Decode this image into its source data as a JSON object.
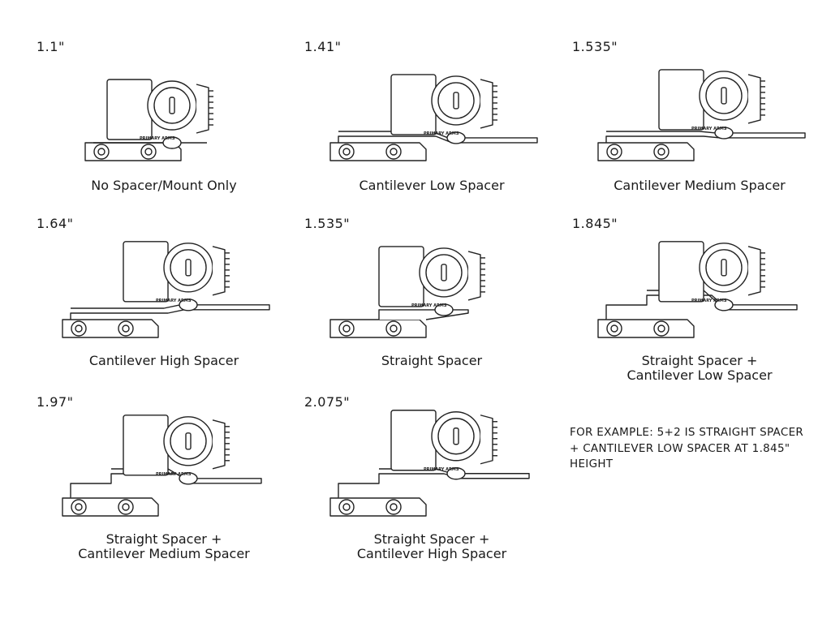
{
  "configs": [
    {
      "height": "1.1\"",
      "caption": [
        "No Spacer/Mount Only"
      ]
    },
    {
      "height": "1.41\"",
      "caption": [
        "Cantilever Low Spacer"
      ]
    },
    {
      "height": "1.535\"",
      "caption": [
        "Cantilever Medium Spacer"
      ]
    },
    {
      "height": "1.64\"",
      "caption": [
        "Cantilever High Spacer"
      ]
    },
    {
      "height": "1.535\"",
      "caption": [
        "Straight Spacer"
      ]
    },
    {
      "height": "1.845\"",
      "caption": [
        "Straight Spacer +",
        "Cantilever Low Spacer"
      ]
    },
    {
      "height": "1.97\"",
      "caption": [
        "Straight Spacer +",
        "Cantilever Medium Spacer"
      ]
    },
    {
      "height": "2.075\"",
      "caption": [
        "Straight Spacer +",
        "Cantilever High Spacer"
      ]
    }
  ],
  "engraving": "PRIMARY ARMS",
  "note": "FOR EXAMPLE: 5+2 IS STRAIGHT SPACER + CANTILEVER LOW SPACER AT 1.845\" HEIGHT"
}
